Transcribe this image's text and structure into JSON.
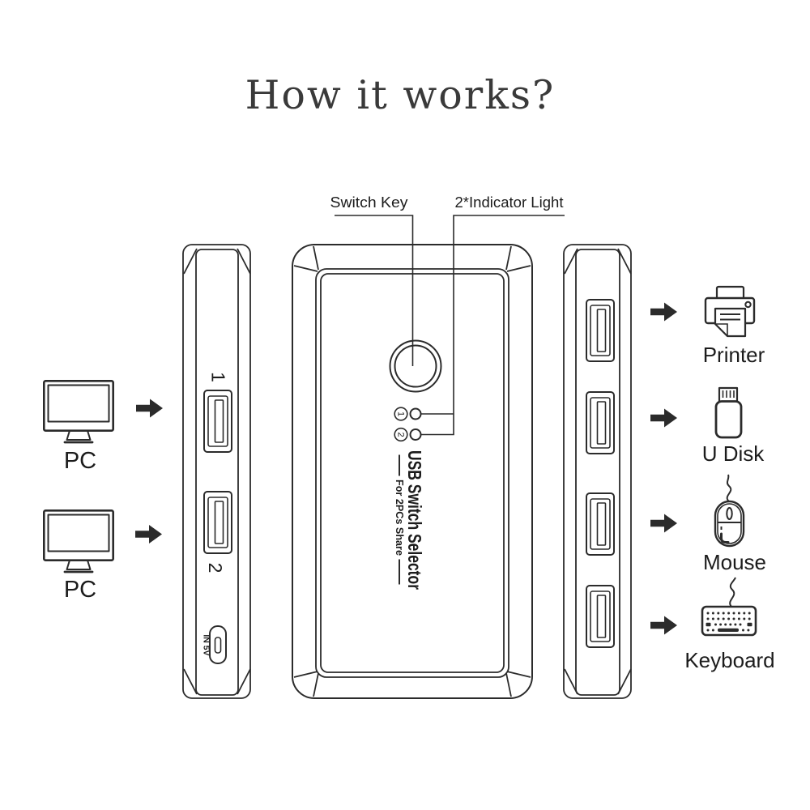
{
  "title": "How it works?",
  "callouts": {
    "switch_key": "Switch Key",
    "indicator_light": "2*Indicator Light"
  },
  "device": {
    "front_label": "USB Switch Selector",
    "front_sublabel": "For 2PCs Share",
    "leds": [
      {
        "label": "1"
      },
      {
        "label": "2"
      }
    ],
    "input_ports": [
      {
        "label": "1"
      },
      {
        "label": "2"
      }
    ],
    "power_port_label": "IN 5V"
  },
  "computers": [
    {
      "label": "PC"
    },
    {
      "label": "PC"
    }
  ],
  "peripherals": [
    {
      "label": "Printer",
      "icon": "printer-icon"
    },
    {
      "label": "U Disk",
      "icon": "usb-flash-drive-icon"
    },
    {
      "label": "Mouse",
      "icon": "mouse-icon"
    },
    {
      "label": "Keyboard",
      "icon": "keyboard-icon"
    }
  ],
  "colors": {
    "line": "#2b2b2b",
    "text": "#1c1c1c",
    "title": "#3a3a3a",
    "background": "#ffffff"
  }
}
